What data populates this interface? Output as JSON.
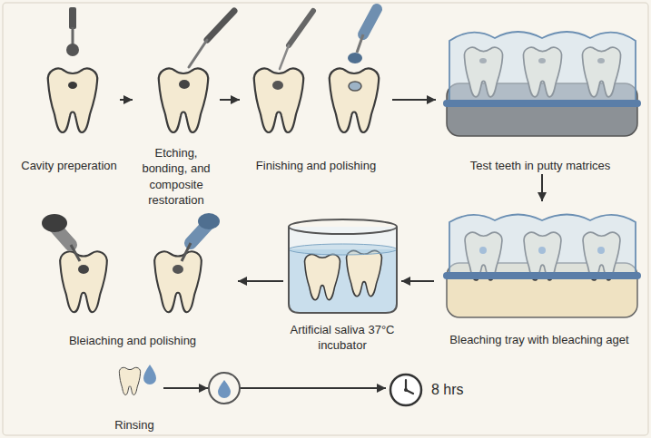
{
  "diagram": {
    "nodes": [
      {
        "text": [
          "Cavity preperation"
        ]
      },
      {
        "text": [
          "Etching, bonding, and composite restoration"
        ]
      },
      {
        "text": [
          "Finishing and polishing"
        ]
      },
      {
        "text": [
          "Test teeth in putty matrices"
        ]
      },
      {
        "text": [
          "Bleaching tray with bleaching aget"
        ]
      },
      {
        "text": [
          "Artificial saliva 37°C incubator"
        ]
      },
      {
        "text": [
          "Bleiaching and polishing"
        ]
      },
      {
        "text": [
          "Rinsing"
        ]
      },
      {
        "text": [
          "8 hrs"
        ]
      }
    ],
    "edges": [
      {
        "from": 0,
        "to": 1,
        "arrow": "to"
      },
      {
        "from": 1,
        "to": 2,
        "arrow": "to"
      },
      {
        "from": 2,
        "to": 3,
        "arrow": "to"
      },
      {
        "from": 3,
        "to": 4,
        "arrow": "to"
      },
      {
        "from": 4,
        "to": 5,
        "arrow": "to"
      },
      {
        "from": 5,
        "to": 6,
        "arrow": "to"
      },
      {
        "from": 7,
        "to": 8,
        "arrow": "to"
      }
    ]
  }
}
